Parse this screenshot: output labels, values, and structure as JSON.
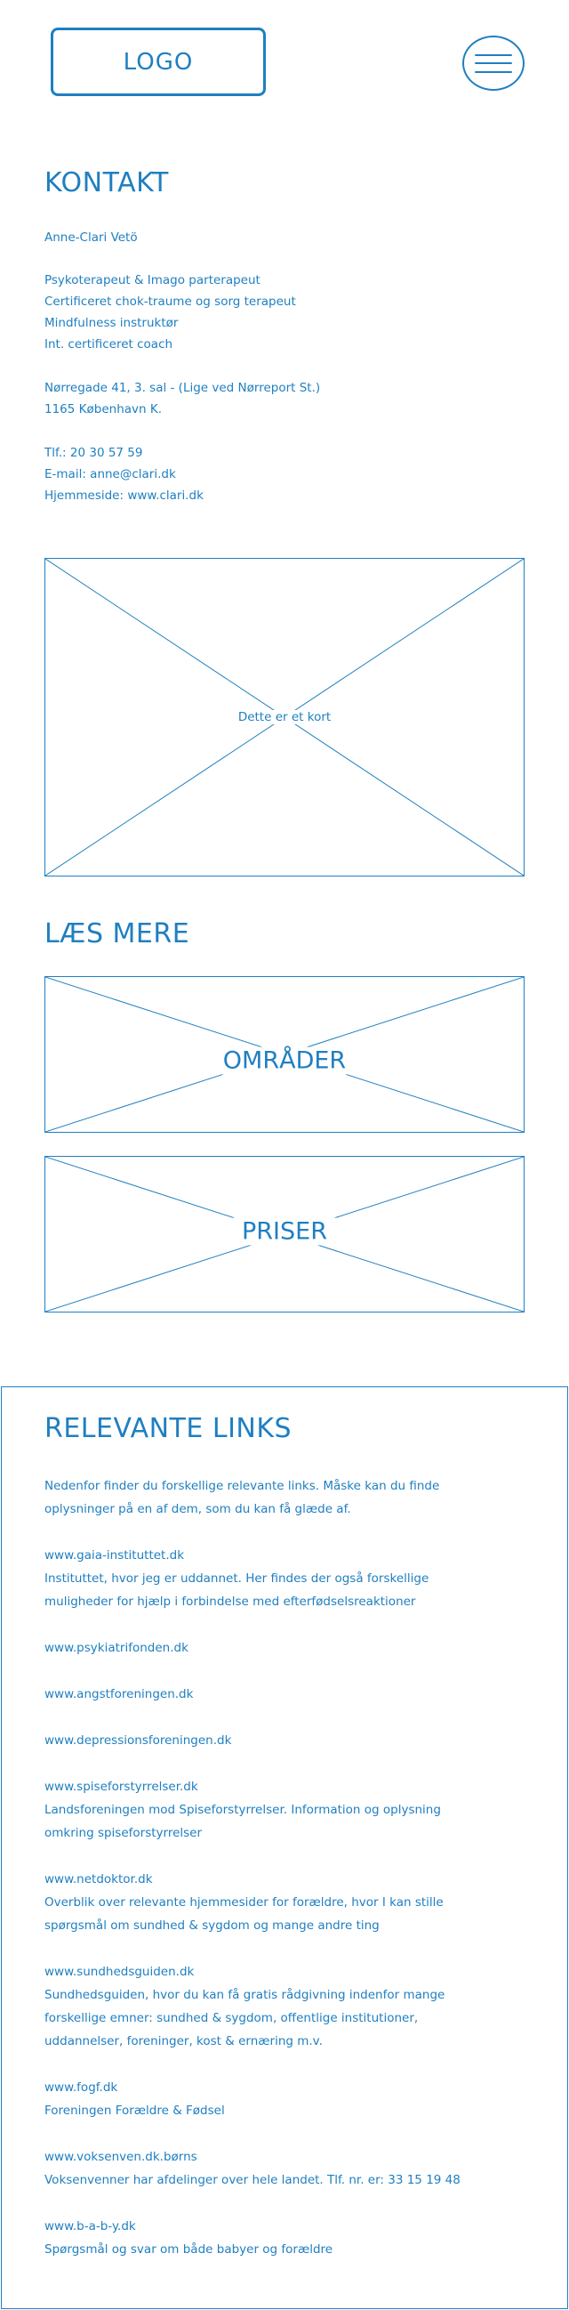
{
  "header": {
    "logo_text": "LOGO"
  },
  "contact": {
    "heading": "KONTAKT",
    "name": "Anne-Clari Vetö",
    "titles": [
      "Psykoterapeut & Imago parterapeut",
      "Certificeret chok-traume og sorg terapeut",
      "Mindfulness instruktør",
      "Int. certificeret coach"
    ],
    "address": [
      "Nørregade 41, 3. sal - (Lige ved Nørreport St.)",
      "1165 København K."
    ],
    "phone": "Tlf.: 20 30 57 59",
    "email": "E-mail: anne@clari.dk",
    "website": "Hjemmeside: www.clari.dk"
  },
  "map": {
    "label": "Dette er et kort"
  },
  "read_more": {
    "heading": "LÆS MERE",
    "cards": [
      {
        "label": "OMRÅDER"
      },
      {
        "label": "PRISER"
      }
    ]
  },
  "links": {
    "heading": "RELEVANTE LINKS",
    "intro": [
      "Nedenfor finder du forskellige relevante links. Måske kan du finde",
      "oplysninger på en af dem, som du kan få glæde af."
    ],
    "items": [
      {
        "url": "www.gaia-instituttet.dk",
        "desc": [
          "Instituttet, hvor jeg er uddannet. Her findes der også forskellige",
          "muligheder for hjælp i forbindelse med efterfødselsreaktioner"
        ]
      },
      {
        "url": "www.psykiatrifonden.dk",
        "desc": []
      },
      {
        "url": "www.angstforeningen.dk",
        "desc": []
      },
      {
        "url": "www.depressionsforeningen.dk",
        "desc": []
      },
      {
        "url": "www.spiseforstyrrelser.dk",
        "desc": [
          "Landsforeningen mod Spiseforstyrrelser. Information og oplysning",
          "omkring spiseforstyrrelser"
        ]
      },
      {
        "url": "www.netdoktor.dk",
        "desc": [
          "Overblik over relevante hjemmesider for forældre, hvor I kan stille",
          "spørgsmål om sundhed & sygdom og mange andre ting"
        ]
      },
      {
        "url": "www.sundhedsguiden.dk",
        "desc": [
          "Sundhedsguiden, hvor du kan få gratis rådgivning indenfor mange",
          "forskellige emner: sundhed & sygdom, offentlige institutioner,",
          "uddannelser, foreninger, kost & ernæring m.v."
        ]
      },
      {
        "url": "www.fogf.dk",
        "desc": [
          "Foreningen Forældre & Fødsel"
        ]
      },
      {
        "url": "www.voksenven.dk.børns",
        "desc": [
          "Voksenvenner har afdelinger over hele landet. Tlf. nr. er: 33 15 19 48"
        ]
      },
      {
        "url": "www.b-a-b-y.dk",
        "desc": [
          "Spørgsmål og svar om både babyer og forældre"
        ]
      }
    ]
  }
}
